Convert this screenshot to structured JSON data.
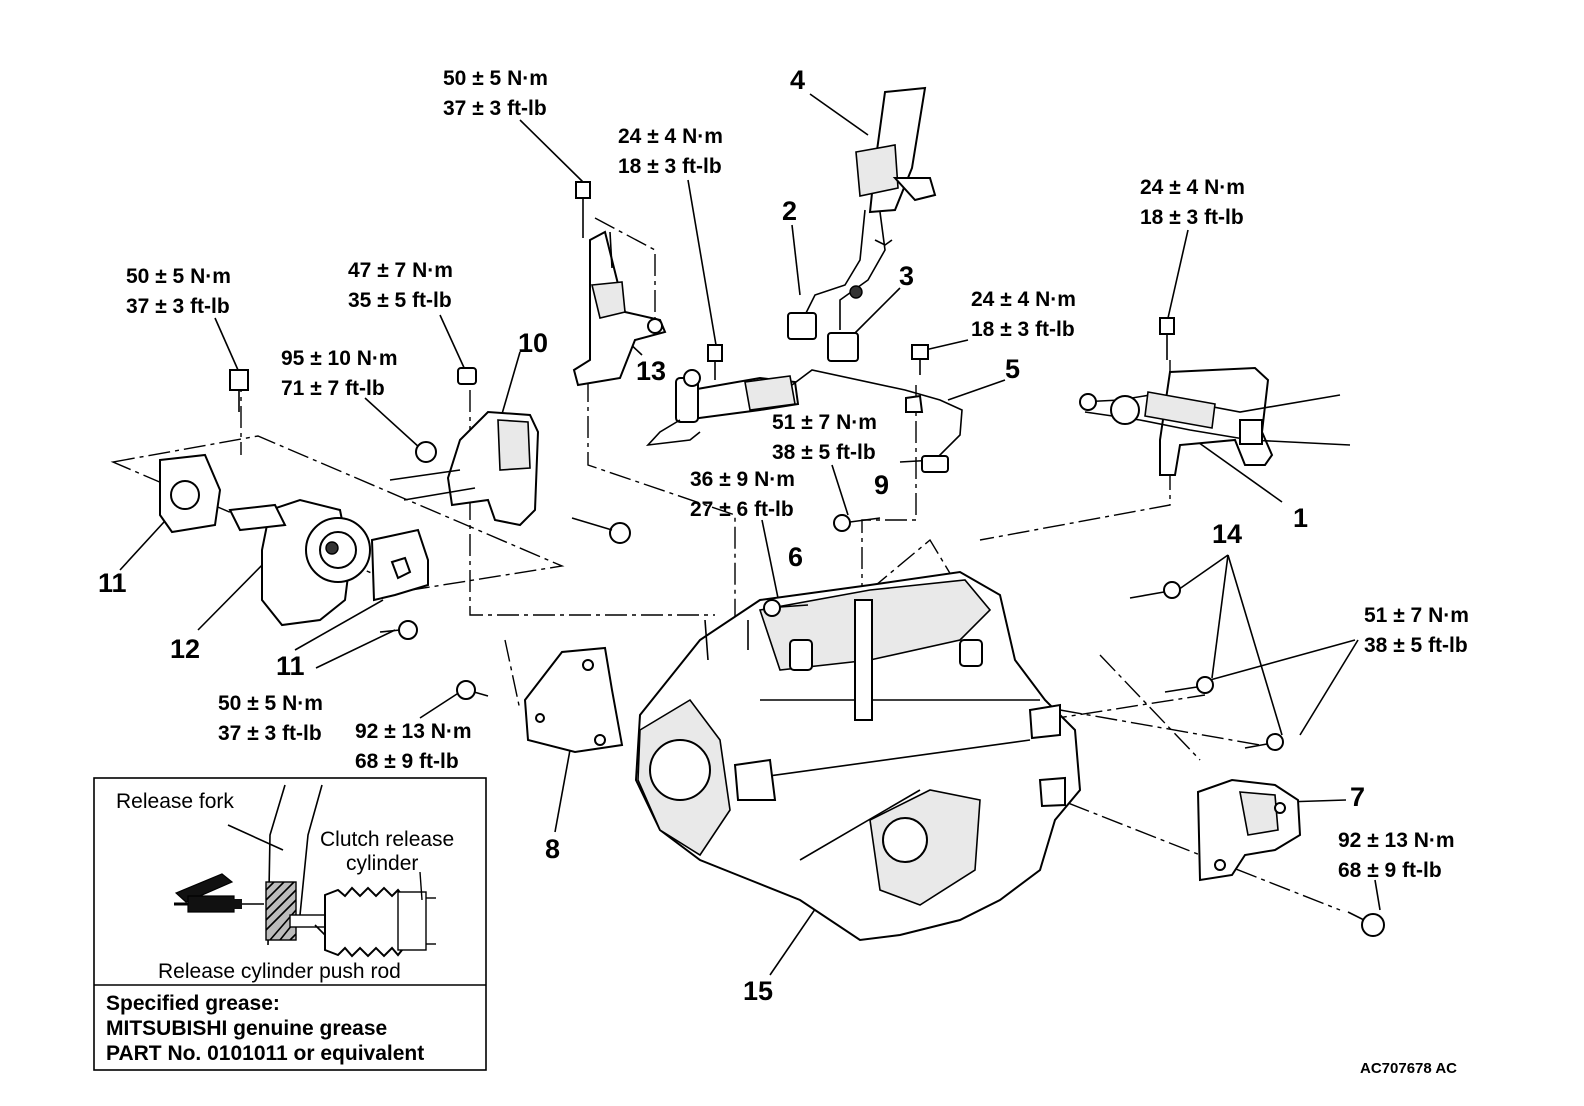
{
  "torque_labels": [
    {
      "id": "t1",
      "nm": "50 ± 5 N·m",
      "ft": "37 ± 3 ft-lb"
    },
    {
      "id": "t2",
      "nm": "24 ± 4 N·m",
      "ft": "18 ± 3 ft-lb"
    },
    {
      "id": "t3",
      "nm": "24 ± 4 N·m",
      "ft": "18 ± 3 ft-lb"
    },
    {
      "id": "t4",
      "nm": "50 ± 5 N·m",
      "ft": "37 ± 3 ft-lb"
    },
    {
      "id": "t5",
      "nm": "47 ± 7 N·m",
      "ft": "35 ± 5 ft-lb"
    },
    {
      "id": "t6",
      "nm": "24 ± 4 N·m",
      "ft": "18 ± 3 ft-lb"
    },
    {
      "id": "t7",
      "nm": "95 ± 10 N·m",
      "ft": "71 ± 7 ft-lb"
    },
    {
      "id": "t8",
      "nm": "51 ± 7 N·m",
      "ft": "38 ± 5 ft-lb"
    },
    {
      "id": "t9",
      "nm": "36 ± 9 N·m",
      "ft": "27 ± 6 ft-lb"
    },
    {
      "id": "t10",
      "nm": "51 ± 7 N·m",
      "ft": "38 ± 5 ft-lb"
    },
    {
      "id": "t11",
      "nm": "50 ± 5 N·m",
      "ft": "37 ± 3 ft-lb"
    },
    {
      "id": "t12",
      "nm": "92 ± 13 N·m",
      "ft": "68 ± 9 ft-lb"
    },
    {
      "id": "t13",
      "nm": "92 ± 13 N·m",
      "ft": "68 ± 9 ft-lb"
    }
  ],
  "callouts": [
    "1",
    "2",
    "3",
    "4",
    "5",
    "6",
    "7",
    "8",
    "9",
    "10",
    "11",
    "11",
    "12",
    "13",
    "14",
    "15"
  ],
  "inset": {
    "release_fork": "Release fork",
    "clutch_release_line1": "Clutch release",
    "clutch_release_line2": "cylinder",
    "push_rod": "Release cylinder push rod",
    "grease_title": "Specified grease:",
    "grease_line1": "MITSUBISHI genuine grease",
    "grease_line2": "PART No. 0101011 or equivalent"
  },
  "figure_code": "AC707678 AC"
}
